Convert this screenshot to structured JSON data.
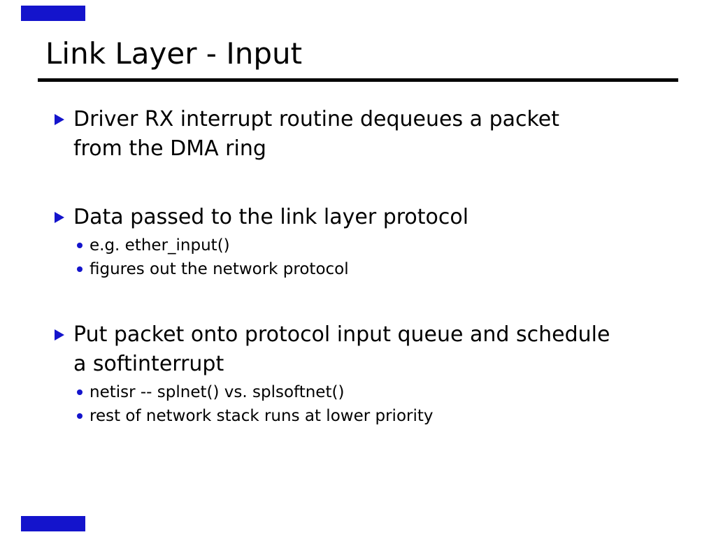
{
  "slide": {
    "title": "Link Layer - Input",
    "accent_color": "#1414cc",
    "text_color": "#000000",
    "background_color": "#ffffff",
    "bullets": [
      {
        "text": "Driver RX interrupt routine dequeues a packet from the DMA ring",
        "subs": []
      },
      {
        "text": "Data passed to the link layer protocol",
        "subs": [
          "e.g. ether_input()",
          "figures out the network protocol"
        ]
      },
      {
        "text": "Put packet onto protocol input queue and schedule a softinterrupt",
        "subs": [
          "netisr -- splnet() vs. splsoftnet()",
          "rest of network stack runs at lower priority"
        ]
      }
    ]
  }
}
